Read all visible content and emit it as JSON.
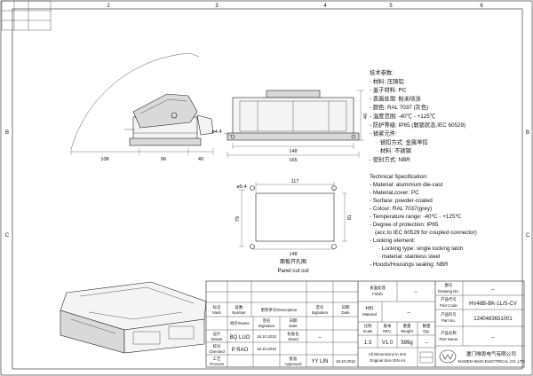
{
  "sheet": {
    "col_2": "2",
    "col_3": "3",
    "col_4": "4",
    "col_5": "5",
    "col_6": "6",
    "row_b": "B",
    "row_c": "C"
  },
  "spec_cn": {
    "lines": [
      "技术参数:",
      "- 材料: 压铸铝",
      "- 盖子材料: PC",
      "- 表面处理: 粉末喷涂",
      "- 颜色: RAL 7037 (灰色)",
      "- 温度范围: -40℃ - +125℃",
      "- 防护等级: IP65 (联锁状态,IEC 60529)",
      "- 锁紧元件:",
      "· 锁扣方式: 金属单扣",
      "· 材料: 不锈钢",
      "- 密封方式: NBR"
    ]
  },
  "spec_en": {
    "lines": [
      "Technical Specification:",
      "- Material: aluminium die-cast",
      "- Material,cover: PC",
      "- Surface: powder-coated",
      "- Colour: RAL 7037(grey)",
      "- Temperature range: -40℃ - +125℃",
      "- Degree of protection: IP65",
      "(acc.to IEC 60529 for coupled connector)",
      "- Locking element:",
      "· Locking type: single locking latch",
      "· material: stainless steel",
      "- Hoods/Housings sealing: NBR"
    ]
  },
  "side_view": {
    "dim_total": "108",
    "dim_body": "96",
    "dim_latch": "40"
  },
  "front_view": {
    "dim_hole": "ø4.4",
    "dim_height": "40",
    "dim_inner": "148",
    "dim_outer": "165"
  },
  "cutout": {
    "dim_hole": "ø5.4",
    "dim_top": "117",
    "dim_left": "79",
    "dim_right": "81",
    "dim_bottom": "148",
    "caption_cn": "面板开孔图",
    "caption_en": "Panel cut out"
  },
  "title_block": {
    "hdr_mark_cn": "标记",
    "hdr_mark_en": "Mark",
    "hdr_number_cn": "处数",
    "hdr_number_en": "Number",
    "hdr_desc": "更改单号/Description",
    "hdr_sign_cn": "签名",
    "hdr_sign_en": "Signature",
    "hdr_date_cn": "日期",
    "hdr_date_en": "Date",
    "name_hdr": "姓名/Name",
    "name_sign_cn": "签名",
    "name_sign_en": "Signature",
    "name_date_cn": "日期",
    "name_date_en": "Date",
    "drawn_cn": "设计",
    "drawn_en": "Drawn",
    "drawn_name": "BQ LUO",
    "drawn_date": "18.10.2010",
    "stand_cn": "标准化",
    "stand_en": "Stand",
    "stand_value": "–",
    "checked_cn": "校对",
    "checked_en": "Checked",
    "checked_name": "P RAO",
    "checked_date": "18.10.2010",
    "process_cn": "工艺",
    "process_en": "Process",
    "approved_cn": "批准",
    "approved_en": "Approved",
    "approved_name": "YY LIN",
    "approved_date": "18.10.2010",
    "finish_cn": "表面处理",
    "finish_en": "Finish",
    "finish_value": "–",
    "material_cn": "材料",
    "material_en": "Material",
    "material_value": "–",
    "scale_cn": "比例",
    "scale_en": "Scale",
    "scale_value": "1:3",
    "rev_cn": "版本",
    "rev_en": "REV.",
    "rev_value": "V1.0",
    "weight_cn": "重量",
    "weight_en": "Weight",
    "weight_value": "599g",
    "qty_cn": "数量",
    "qty_en": "Qty.",
    "qty_value": "–",
    "dims_note_1": "All Dimensions in mm",
    "dims_note_2": "Original Size DIN A4",
    "drawing_no_cn": "图号",
    "drawing_no_en": "Drawing No.",
    "drawing_no_value": "–",
    "part_code_cn": "产品代号",
    "part_code_en": "Part Code",
    "part_code_value": "HV48B-BK-1L/S-CV",
    "part_no_cn": "产品料号",
    "part_no_en": "Part No.",
    "part_no_value": "1240483651001",
    "part_name_cn": "产品名称",
    "part_name_en": "Part Name",
    "part_name_value": "–",
    "company_cn": "厦门唯恩电气有限公司",
    "company_en": "XIAMEN WAIN ELECTRICAL CO.,LTD"
  }
}
